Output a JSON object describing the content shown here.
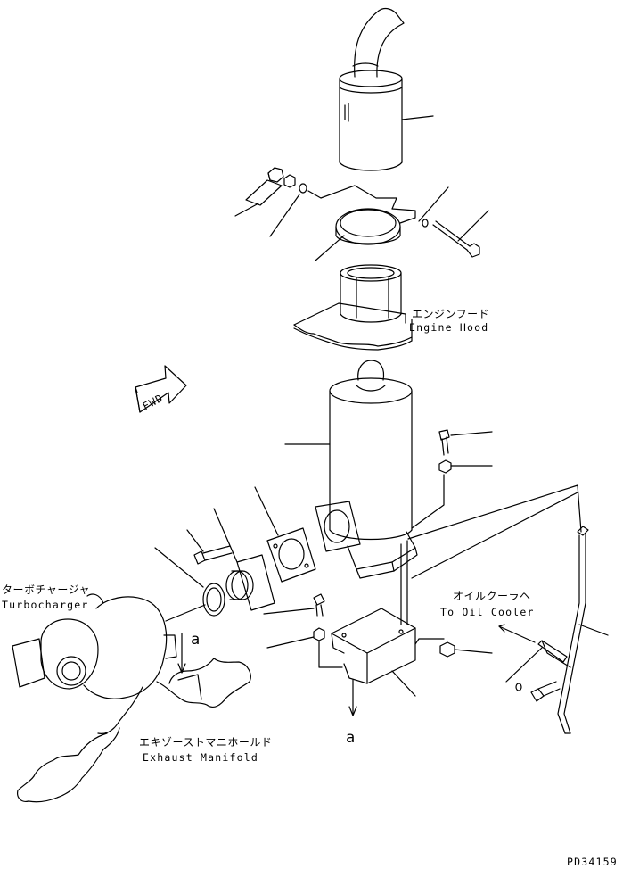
{
  "labels": {
    "engine_hood_jp": "エンジンフード",
    "engine_hood_en": "Engine Hood",
    "turbo_jp": "ターボチャージャ",
    "turbo_en": "Turbocharger",
    "oil_cooler_jp": "オイルクーラヘ",
    "oil_cooler_en": "To Oil Cooler",
    "manifold_jp": "エキゾーストマニホールド",
    "manifold_en": "Exhaust Manifold",
    "ref_a_upper": "a",
    "ref_a_lower": "a",
    "fwd": "FWD",
    "drawing_no": "PD34159"
  }
}
